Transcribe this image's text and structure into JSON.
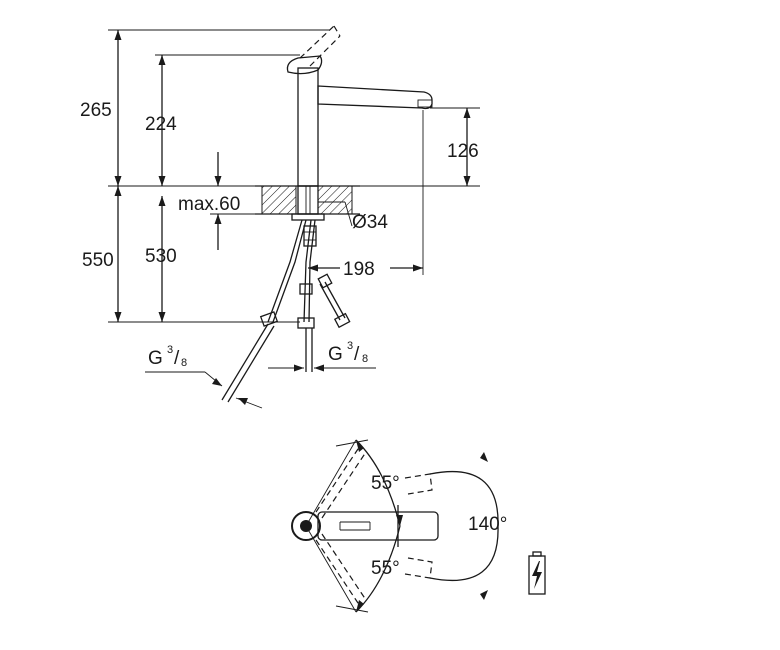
{
  "side_view": {
    "dimensions": {
      "total_height": "265",
      "spout_height": "224",
      "outlet_height": "126",
      "max_counter": "max.60",
      "hole_diameter": "Ø34",
      "total_below": "550",
      "hose_length": "530",
      "reach": "198"
    },
    "connection_left": {
      "main": "G",
      "numerator": "3",
      "slash": "/",
      "denominator": "8"
    },
    "connection_right": {
      "main": "G",
      "numerator": "3",
      "slash": "/",
      "denominator": "8"
    }
  },
  "top_view": {
    "angle_upper": "55°",
    "angle_lower": "55°",
    "angle_total": "140°"
  },
  "symbol": {
    "icon": "battery-lightning-icon"
  }
}
